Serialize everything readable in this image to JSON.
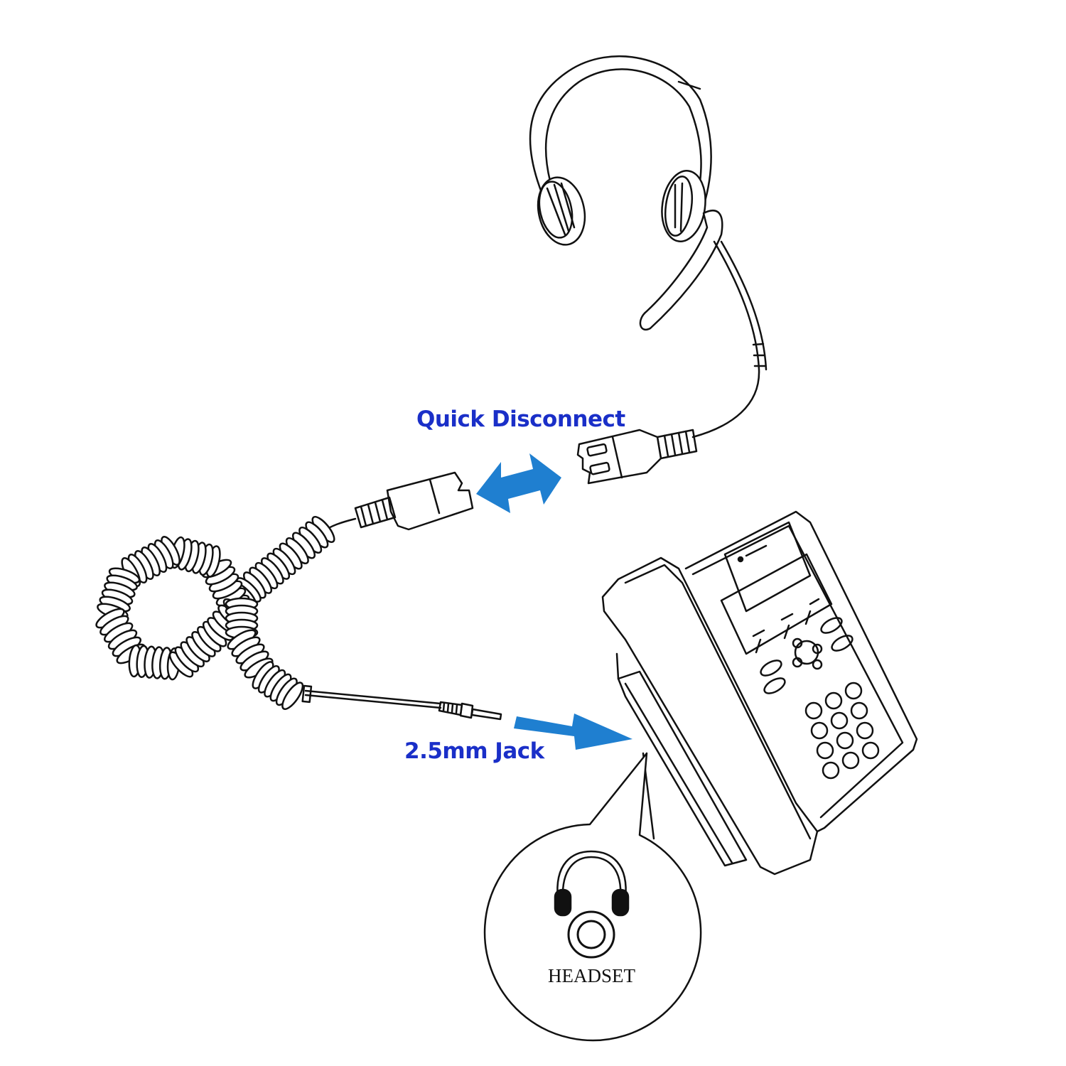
{
  "labels": {
    "quick_disconnect": "Quick Disconnect",
    "jack": "2.5mm Jack",
    "headset_port": "HEADSET"
  },
  "colors": {
    "label_text": "#1a2fc8",
    "arrow": "#1f7fd0",
    "line": "#111111"
  },
  "icons": [
    "headset-icon",
    "double-arrow-icon",
    "arrow-right-icon",
    "desk-phone-icon",
    "headset-port-icon"
  ]
}
